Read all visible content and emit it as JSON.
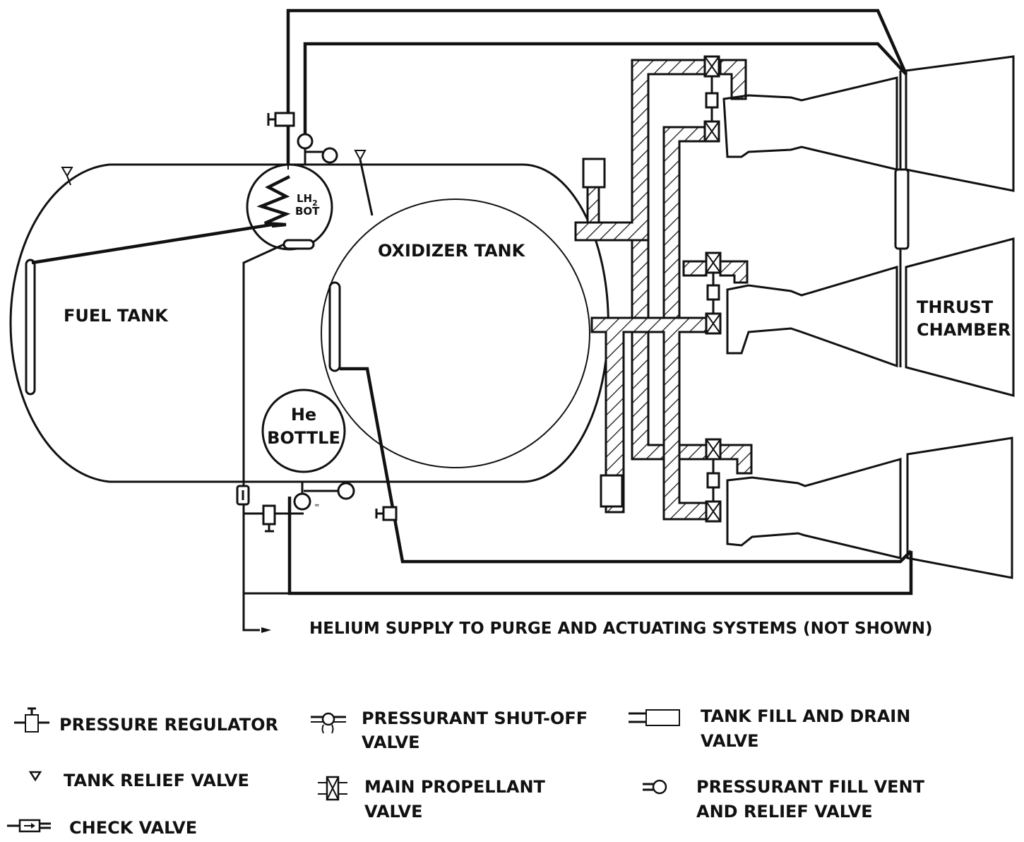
{
  "diagram": {
    "labels": {
      "fuel_tank": "FUEL TANK",
      "oxidizer_tank": "OXIDIZER TANK",
      "lh2_bot_line1": "LH",
      "lh2_bot_sub": "2",
      "lh2_bot_line2": "BOT",
      "he_bottle_line1": "He",
      "he_bottle_line2": "BOTTLE",
      "thrust_chamber_line1": "THRUST",
      "thrust_chamber_line2": "CHAMBER",
      "helium_supply": "HELIUM SUPPLY TO PURGE AND ACTUATING SYSTEMS  (NOT SHOWN)"
    },
    "colors": {
      "ink": "#111111",
      "paper": "#ffffff"
    }
  },
  "legend": {
    "items": [
      {
        "icon": "pressure-regulator-icon",
        "line1": "PRESSURE REGULATOR",
        "line2": ""
      },
      {
        "icon": "tank-relief-valve-icon",
        "line1": "TANK RELIEF VALVE",
        "line2": ""
      },
      {
        "icon": "check-valve-icon",
        "line1": "CHECK VALVE",
        "line2": ""
      },
      {
        "icon": "pressurant-shutoff-valve-icon",
        "line1": "PRESSURANT SHUT-OFF",
        "line2": "VALVE"
      },
      {
        "icon": "main-propellant-valve-icon",
        "line1": "MAIN PROPELLANT",
        "line2": "VALVE"
      },
      {
        "icon": "tank-fill-drain-valve-icon",
        "line1": "TANK FILL AND DRAIN",
        "line2": "VALVE"
      },
      {
        "icon": "pressurant-fill-vent-relief-valve-icon",
        "line1": "PRESSURANT FILL VENT",
        "line2": "AND RELIEF VALVE"
      }
    ]
  }
}
